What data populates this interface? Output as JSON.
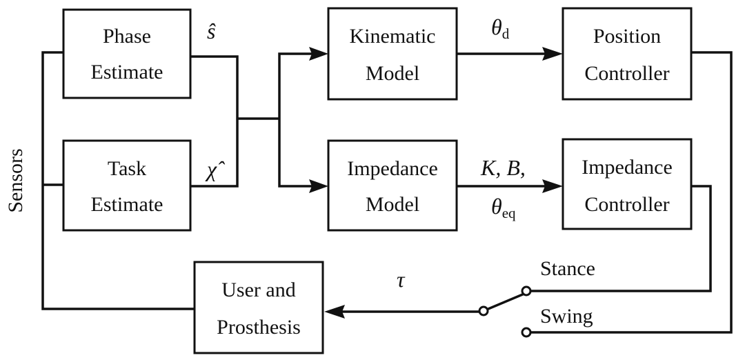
{
  "blocks": {
    "phase_estimate": [
      "Phase",
      "Estimate"
    ],
    "task_estimate": [
      "Task",
      "Estimate"
    ],
    "kinematic_model": [
      "Kinematic",
      "Model"
    ],
    "impedance_model": [
      "Impedance",
      "Model"
    ],
    "position_controller": [
      "Position",
      "Controller"
    ],
    "impedance_controller": [
      "Impedance",
      "Controller"
    ],
    "user_prosthesis": [
      "User and",
      "Prosthesis"
    ]
  },
  "signals": {
    "phase_symbol": "ŝ",
    "task_symbol": "χ̂",
    "theta_main": "θ",
    "theta_d_sub": "d",
    "impedance_params": "K, B,",
    "theta_eq_main": "θ",
    "theta_eq_sub": "eq",
    "torque": "τ"
  },
  "switch": {
    "stance": "Stance",
    "swing": "Swing"
  },
  "side_label": "Sensors"
}
